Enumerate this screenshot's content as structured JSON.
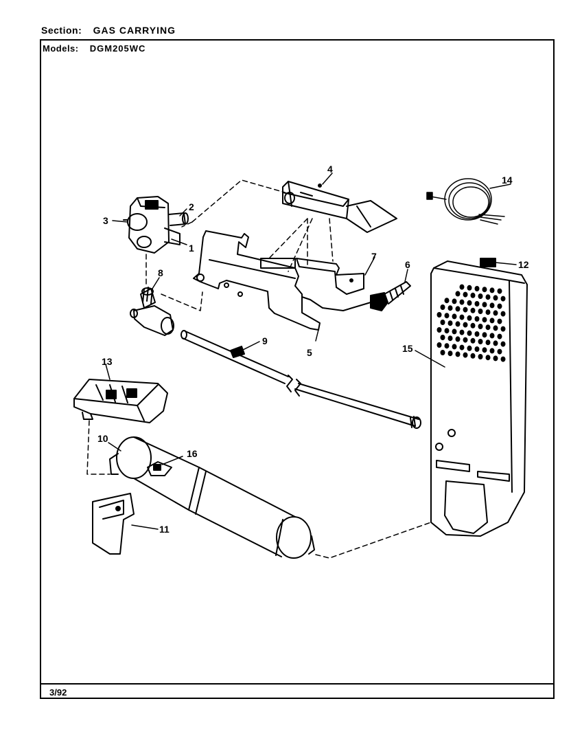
{
  "header": {
    "section_label": "Section:",
    "section_value": "GAS CARRYING",
    "models_label": "Models:",
    "models_value": "DGM205WC"
  },
  "footer": {
    "date": "3/92"
  },
  "callouts": {
    "c1": "1",
    "c2": "2",
    "c3": "3",
    "c4": "4",
    "c5": "5",
    "c6": "6",
    "c7": "7",
    "c8": "8",
    "c9": "9",
    "c10": "10",
    "c11": "11",
    "c12": "12",
    "c13": "13",
    "c14": "14",
    "c15": "15",
    "c16": "16"
  }
}
